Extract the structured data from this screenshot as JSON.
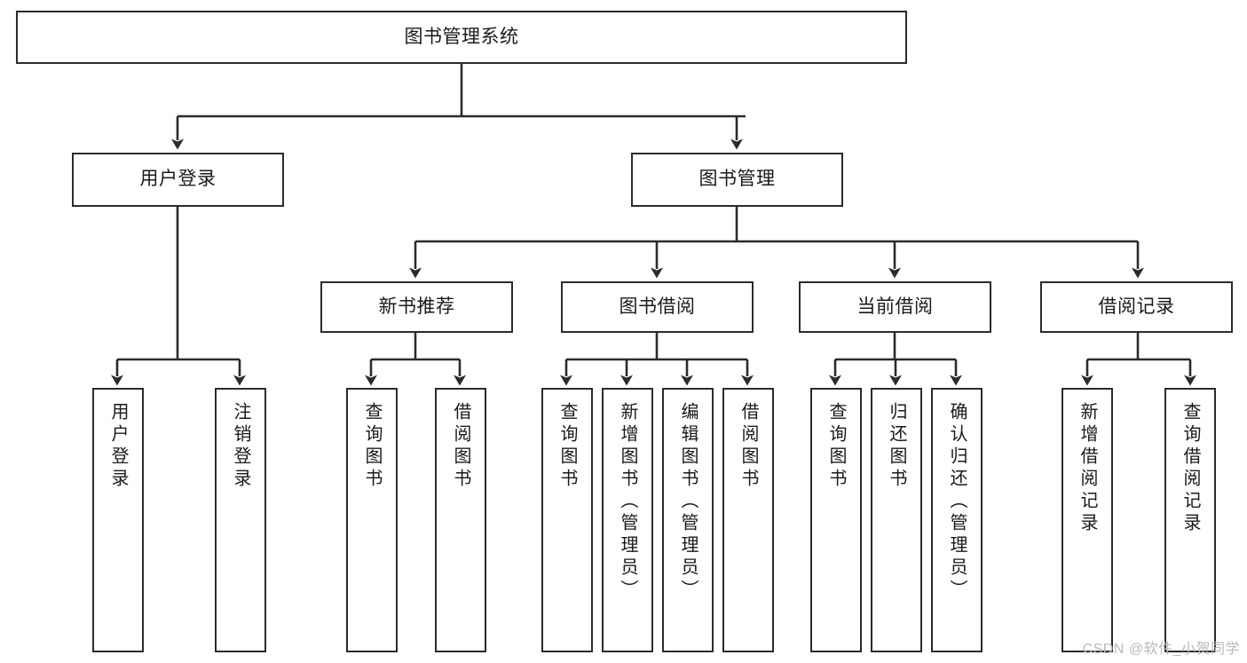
{
  "diagram": {
    "title": "图书管理系统",
    "type": "hierarchy-tree",
    "watermark": "CSDN @软件_小贺同学",
    "colors": {
      "box_border": "#2b2b2b",
      "box_fill": "#ffffff",
      "connector": "#2b2b2b",
      "text": "#1a1a1a",
      "watermark": "#b9b9b9"
    },
    "nodes": {
      "root": {
        "label": "图书管理系统"
      },
      "level2": [
        {
          "id": "user-login",
          "label": "用户登录"
        },
        {
          "id": "book-management",
          "label": "图书管理"
        }
      ],
      "level3": [
        {
          "id": "new-book-recommend",
          "label": "新书推荐"
        },
        {
          "id": "book-borrow",
          "label": "图书借阅"
        },
        {
          "id": "current-borrow",
          "label": "当前借阅"
        },
        {
          "id": "borrow-record",
          "label": "借阅记录"
        }
      ],
      "leaves": {
        "user_login": [
          {
            "id": "leaf-user-login",
            "label": "用户登录"
          },
          {
            "id": "leaf-user-logout",
            "label": "注销登录"
          }
        ],
        "new_book_recommend": [
          {
            "id": "leaf-query-book-1",
            "label": "查询图书"
          },
          {
            "id": "leaf-borrow-book-1",
            "label": "借阅图书"
          }
        ],
        "book_borrow": [
          {
            "id": "leaf-query-book-2",
            "label": "查询图书"
          },
          {
            "id": "leaf-add-book",
            "label": "新增图书（管理员）"
          },
          {
            "id": "leaf-edit-book",
            "label": "编辑图书（管理员）"
          },
          {
            "id": "leaf-borrow-book-2",
            "label": "借阅图书"
          }
        ],
        "current_borrow": [
          {
            "id": "leaf-query-book-3",
            "label": "查询图书"
          },
          {
            "id": "leaf-return-book",
            "label": "归还图书"
          },
          {
            "id": "leaf-confirm-return",
            "label": "确认归还（管理员）"
          }
        ],
        "borrow_record": [
          {
            "id": "leaf-add-record",
            "label": "新增借阅记录"
          },
          {
            "id": "leaf-query-record",
            "label": "查询借阅记录"
          }
        ]
      }
    }
  }
}
